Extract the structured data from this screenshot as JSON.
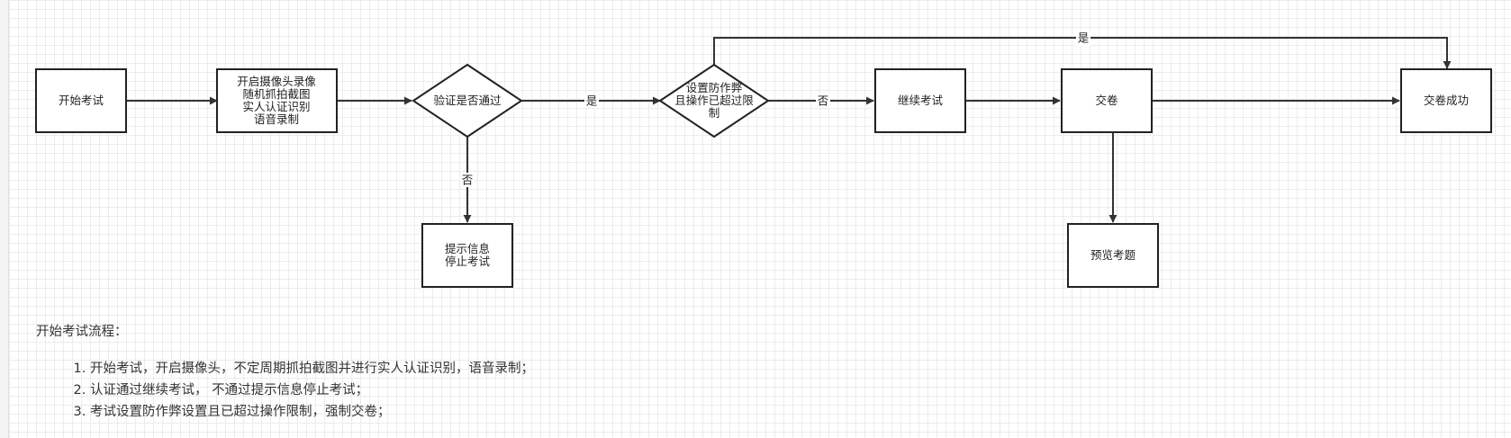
{
  "nodes": {
    "start": {
      "lines": [
        "开始考试"
      ]
    },
    "camera": {
      "lines": [
        "开启摄像头录像",
        "随机抓拍截图",
        "实人认证识别",
        "语音录制"
      ]
    },
    "verify": {
      "lines": [
        "验证是否通过"
      ]
    },
    "anticheat": {
      "lines": [
        "设置防作弊",
        "且操作已超过限",
        "制"
      ]
    },
    "continue": {
      "lines": [
        "继续考试"
      ]
    },
    "submit": {
      "lines": [
        "交卷"
      ]
    },
    "success": {
      "lines": [
        "交卷成功"
      ]
    },
    "stop": {
      "lines": [
        "提示信息",
        "停止考试"
      ]
    },
    "preview": {
      "lines": [
        "预览考题"
      ]
    }
  },
  "edge_labels": {
    "verify_yes": "是",
    "verify_no": "否",
    "anticheat_yes": "是",
    "anticheat_no": "否"
  },
  "notes": {
    "title": "开始考试流程：",
    "items": [
      "开始考试，开启摄像头，不定周期抓拍截图并进行实人认证识别，语音录制；",
      "认证通过继续考试， 不通过提示信息停止考试；",
      "考试设置防作弊设置且已超过操作限制，强制交卷；"
    ]
  }
}
